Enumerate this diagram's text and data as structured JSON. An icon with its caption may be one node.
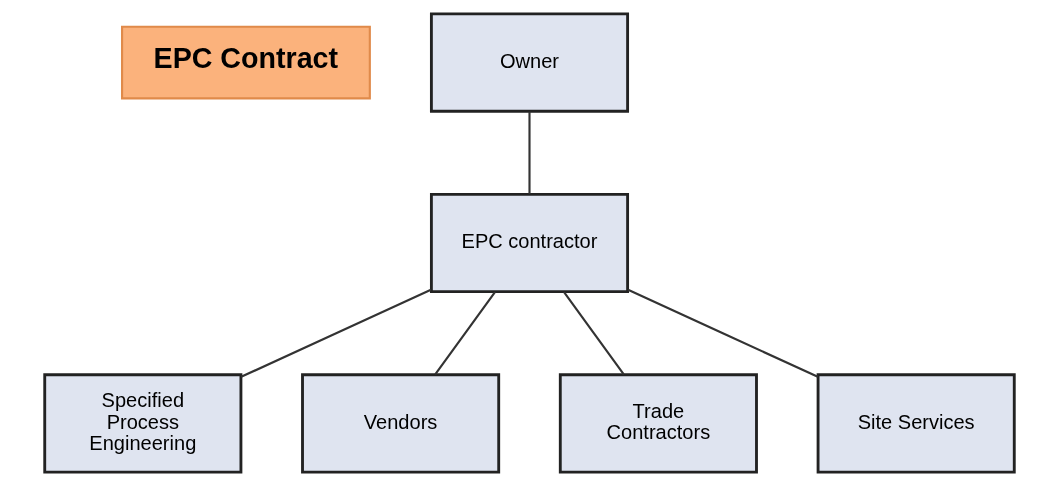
{
  "diagram": {
    "nodes": [
      {
        "text": [
          "EPC Contract"
        ]
      },
      {
        "text": [
          "Owner"
        ]
      },
      {
        "text": [
          "EPC contractor"
        ]
      },
      {
        "text": [
          "Specified Process Engineering"
        ]
      },
      {
        "text": [
          "Vendors"
        ]
      },
      {
        "text": [
          "Trade Contractors"
        ]
      },
      {
        "text": [
          "Site Services"
        ]
      }
    ],
    "edges": [
      {
        "from": 1,
        "to": 2,
        "arrow": "none"
      },
      {
        "from": 2,
        "to": 3,
        "arrow": "none"
      },
      {
        "from": 2,
        "to": 4,
        "arrow": "none"
      },
      {
        "from": 2,
        "to": 5,
        "arrow": "none"
      },
      {
        "from": 2,
        "to": 6,
        "arrow": "none"
      }
    ]
  }
}
